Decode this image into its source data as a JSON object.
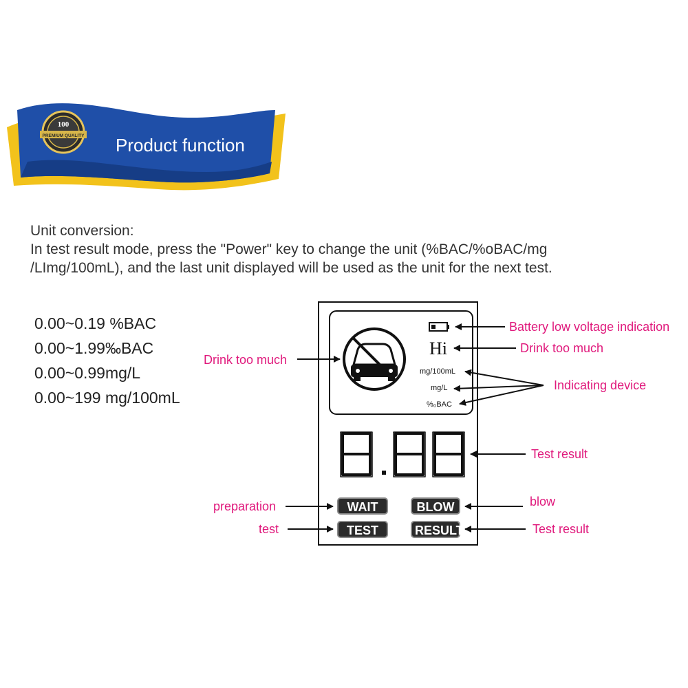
{
  "banner": {
    "title": "Product function",
    "badge": {
      "top": "100",
      "middle": "PREMIUM QUALITY"
    }
  },
  "intro": {
    "heading": "Unit conversion:",
    "line1": "In test result mode, press the \"Power\" key to change the unit (%BAC/%oBAC/mg",
    "line2": "/LImg/100mL), and the last unit displayed will be used as the unit for the next test."
  },
  "ranges": [
    "0.00~0.19 %BAC",
    "0.00~1.99‰BAC",
    "0.00~0.99mg/L",
    "0.00~199 mg/100mL"
  ],
  "display": {
    "hi": "Hi",
    "units": [
      "mg/100mL",
      "mg/L",
      "%₀BAC"
    ],
    "digits": "8.88",
    "tags": {
      "wait": "WAIT",
      "blow": "BLOW",
      "test": "TEST",
      "result": "RESULT"
    }
  },
  "callouts": {
    "battery": "Battery low voltage indication",
    "drink_right": "Drink too much",
    "drink_left": "Drink too much",
    "indicating": "Indicating device",
    "test_result_top": "Test result",
    "blow": "blow",
    "preparation": "preparation",
    "test": "test",
    "test_result_bottom": "Test result"
  },
  "colors": {
    "callout": "#e0197c",
    "banner_blue": "#1f4fa8",
    "banner_yellow": "#f2c21b"
  }
}
